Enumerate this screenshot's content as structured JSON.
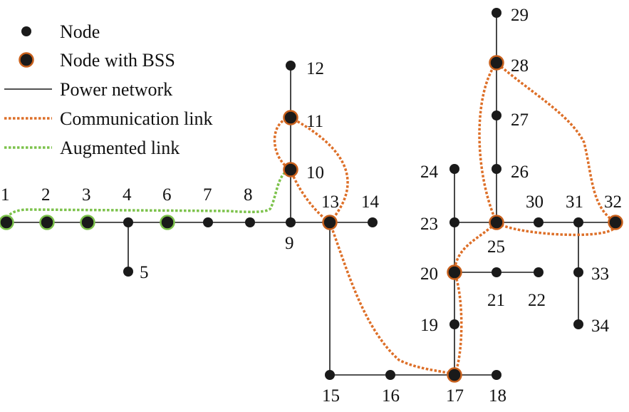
{
  "legend": {
    "node": "Node",
    "node_bss": "Node with BSS",
    "power": "Power network",
    "comm": "Communication link",
    "aug": "Augmented link"
  },
  "colors": {
    "node": "#1a1a1a",
    "bss_ring": "#c8601c",
    "comm_link": "#dd6f28",
    "aug_link": "#7cc24b",
    "aug_ring": "#7cc24b",
    "power_line": "#1a1a1a"
  },
  "nodes": {
    "n1": "1",
    "n2": "2",
    "n3": "3",
    "n4": "4",
    "n5": "5",
    "n6": "6",
    "n7": "7",
    "n8": "8",
    "n9": "9",
    "n10": "10",
    "n11": "11",
    "n12": "12",
    "n13": "13",
    "n14": "14",
    "n15": "15",
    "n16": "16",
    "n17": "17",
    "n18": "18",
    "n19": "19",
    "n20": "20",
    "n21": "21",
    "n22": "22",
    "n23": "23",
    "n24": "24",
    "n25": "25",
    "n26": "26",
    "n27": "27",
    "n28": "28",
    "n29": "29",
    "n30": "30",
    "n31": "31",
    "n32": "32",
    "n33": "33",
    "n34": "34"
  },
  "bss_nodes": [
    "10",
    "11",
    "13",
    "17",
    "20",
    "25",
    "28",
    "32"
  ],
  "augmented_nodes": [
    "1",
    "2",
    "3",
    "6"
  ]
}
